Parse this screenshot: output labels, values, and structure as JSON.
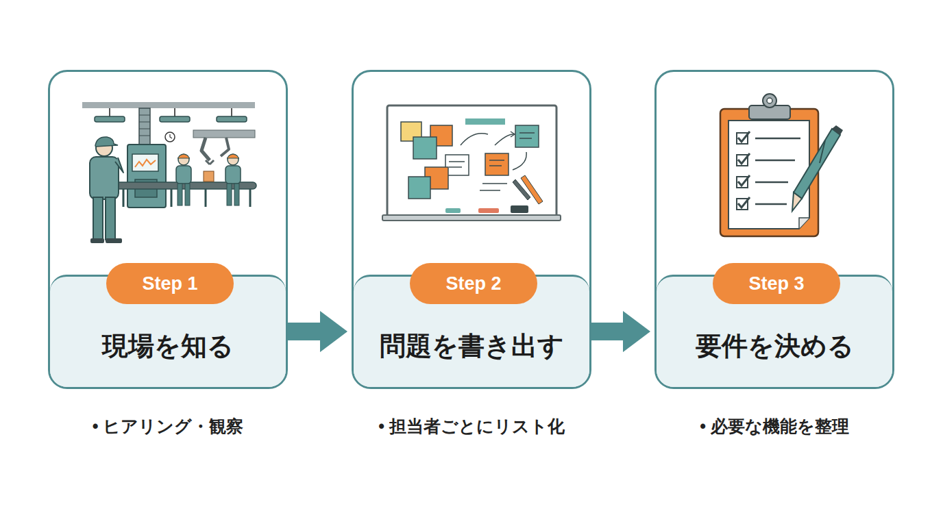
{
  "diagram": {
    "nodes": [
      {
        "text": [
          "現場を知る"
        ]
      },
      {
        "text": [
          "Step 1"
        ],
        "in": 0
      },
      {
        "text": [
          "問題を書き出す"
        ]
      },
      {
        "text": [
          "Step 2"
        ],
        "in": 2
      },
      {
        "text": [
          "要件を決める"
        ]
      },
      {
        "text": [
          "Step 3"
        ],
        "in": 4
      }
    ],
    "edges": [
      {
        "from": 0,
        "to": 2,
        "arrow": "to"
      },
      {
        "from": 2,
        "to": 4,
        "arrow": "to"
      }
    ],
    "labels": [
      "• ヒアリング・観察",
      "• 担当者ごとにリスト化",
      "• 必要な機能を整理"
    ]
  }
}
